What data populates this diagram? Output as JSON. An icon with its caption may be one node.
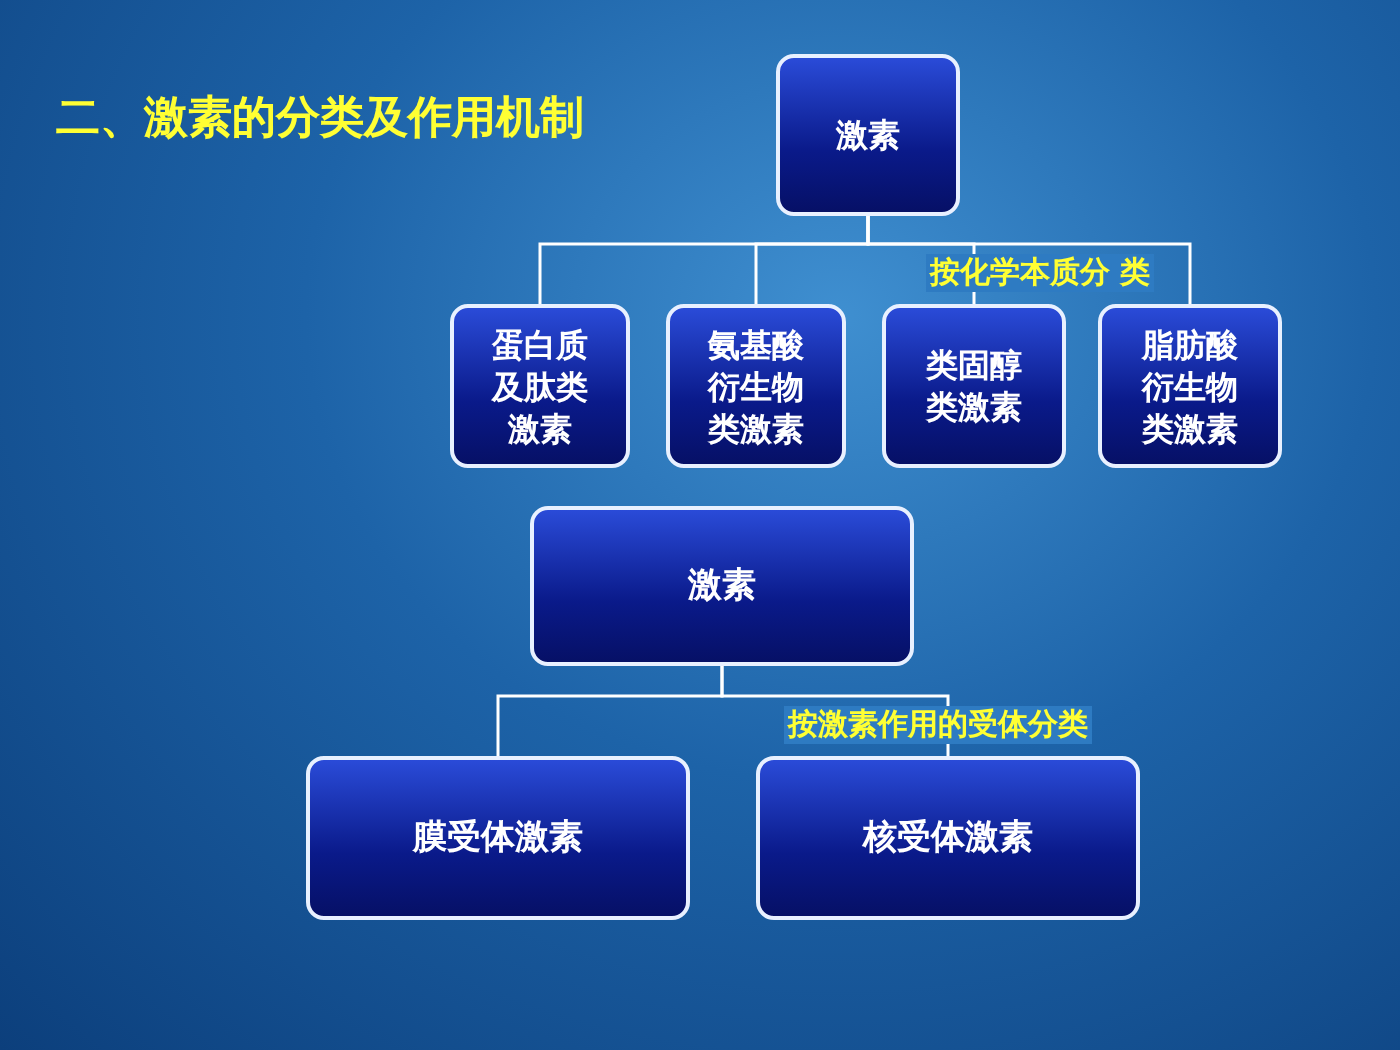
{
  "diagram": {
    "title": "二、激素的分类及作用机制",
    "nodes": [
      {
        "text": [
          "激素"
        ]
      },
      {
        "text": [
          "蛋白质及肽类激素"
        ]
      },
      {
        "text": [
          "氨基酸衍生物类激素"
        ]
      },
      {
        "text": [
          "类固醇类激素"
        ]
      },
      {
        "text": [
          "脂肪酸衍生物类激素"
        ]
      },
      {
        "text": [
          "激素"
        ]
      },
      {
        "text": [
          "膜受体激素"
        ]
      },
      {
        "text": [
          "核受体激素"
        ]
      }
    ],
    "edges": [
      {
        "from": 0,
        "to": 1,
        "arrow": "none"
      },
      {
        "from": 0,
        "to": 2,
        "arrow": "none"
      },
      {
        "from": 0,
        "to": 3,
        "arrow": "none"
      },
      {
        "from": 0,
        "to": 4,
        "arrow": "none"
      },
      {
        "from": 5,
        "to": 6,
        "arrow": "none"
      },
      {
        "from": 5,
        "to": 7,
        "arrow": "none"
      }
    ],
    "labels": [
      "按化学本质分 类",
      "按激素作用的受体分类"
    ]
  }
}
